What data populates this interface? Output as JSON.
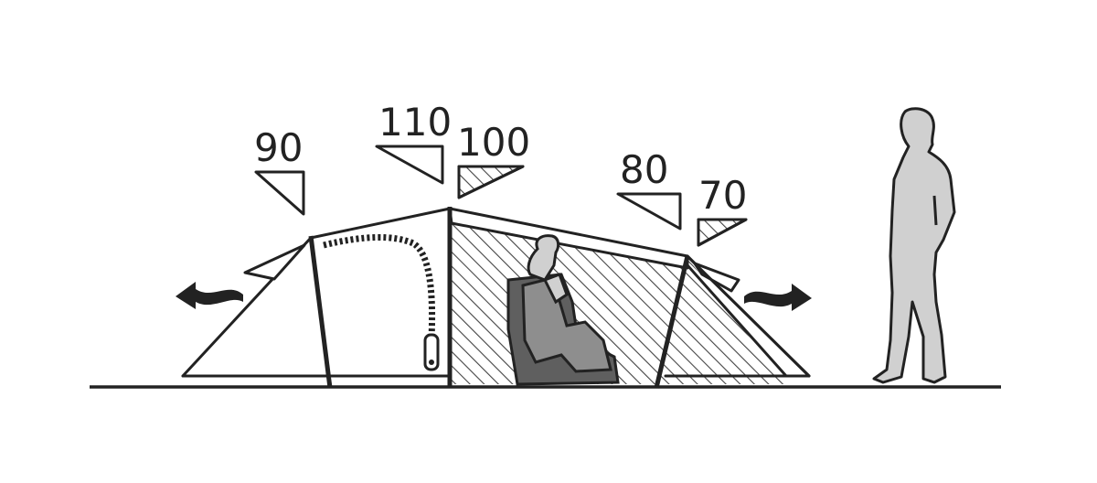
{
  "height_labels": {
    "outer_front": "90",
    "main_pole": "110",
    "inner_tent": "100",
    "rear_pole": "80",
    "rear_end": "70"
  },
  "colors": {
    "line": "#222222",
    "hatch": "#444444",
    "person_fill": "#d0d0d0",
    "seat_fill": "#5f5f5f"
  },
  "icons": [
    "airflow-arrow-left-icon",
    "airflow-arrow-right-icon",
    "zipper-icon",
    "standing-person-icon",
    "seated-person-icon"
  ]
}
